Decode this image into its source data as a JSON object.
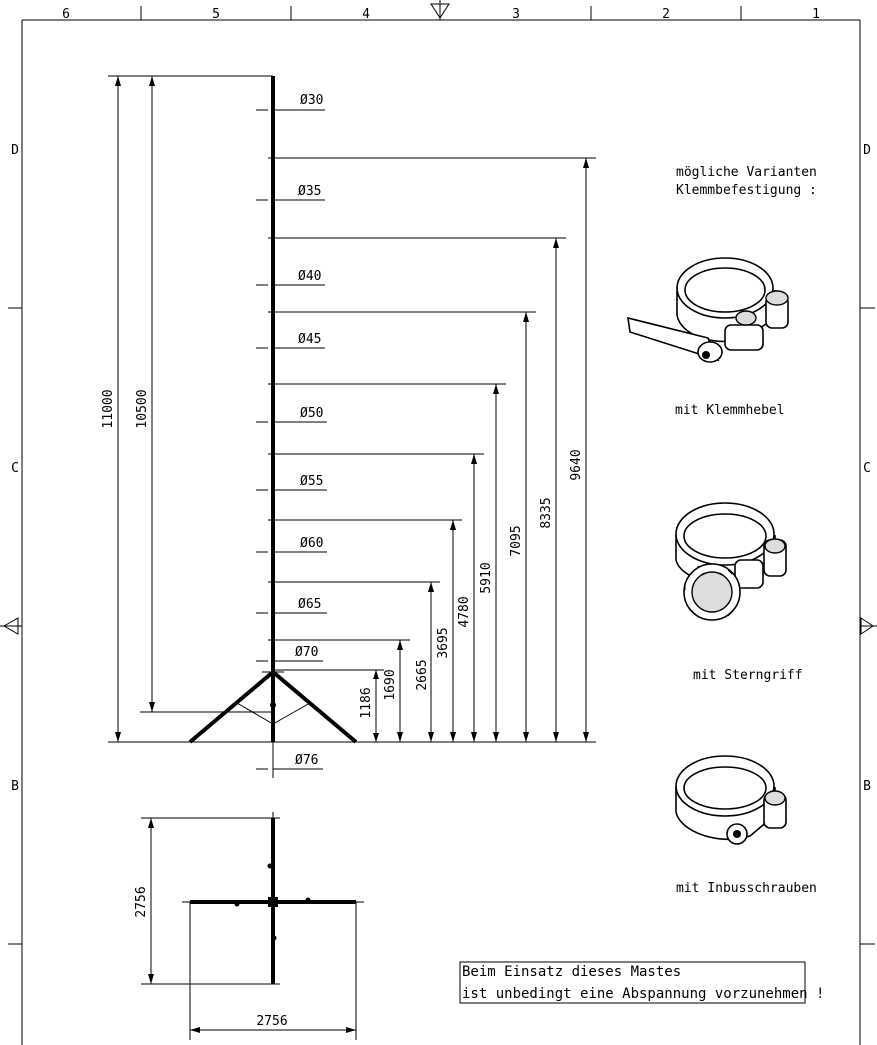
{
  "frame": {
    "columns": [
      "6",
      "5",
      "4",
      "3",
      "2",
      "1"
    ],
    "rows": [
      "D",
      "C",
      "B"
    ]
  },
  "mast": {
    "heights": [
      "11000",
      "10500",
      "9640",
      "8335",
      "7095",
      "5910",
      "4780",
      "3695",
      "2665",
      "1690",
      "1186"
    ],
    "diameters": [
      "Ø30",
      "Ø35",
      "Ø40",
      "Ø45",
      "Ø50",
      "Ø55",
      "Ø60",
      "Ø65",
      "Ø70",
      "Ø76"
    ]
  },
  "footprint": {
    "height": "2756",
    "width": "2756"
  },
  "variants": {
    "heading_line1": "mögliche Varianten",
    "heading_line2": "Klemmbefestigung :",
    "items": [
      {
        "label": "mit Klemmhebel"
      },
      {
        "label": "mit Sterngriff"
      },
      {
        "label": "mit Inbusschrauben"
      }
    ]
  },
  "note": {
    "line1": "Beim Einsatz dieses Mastes",
    "line2": "ist unbedingt eine Abspannung vorzunehmen !"
  }
}
